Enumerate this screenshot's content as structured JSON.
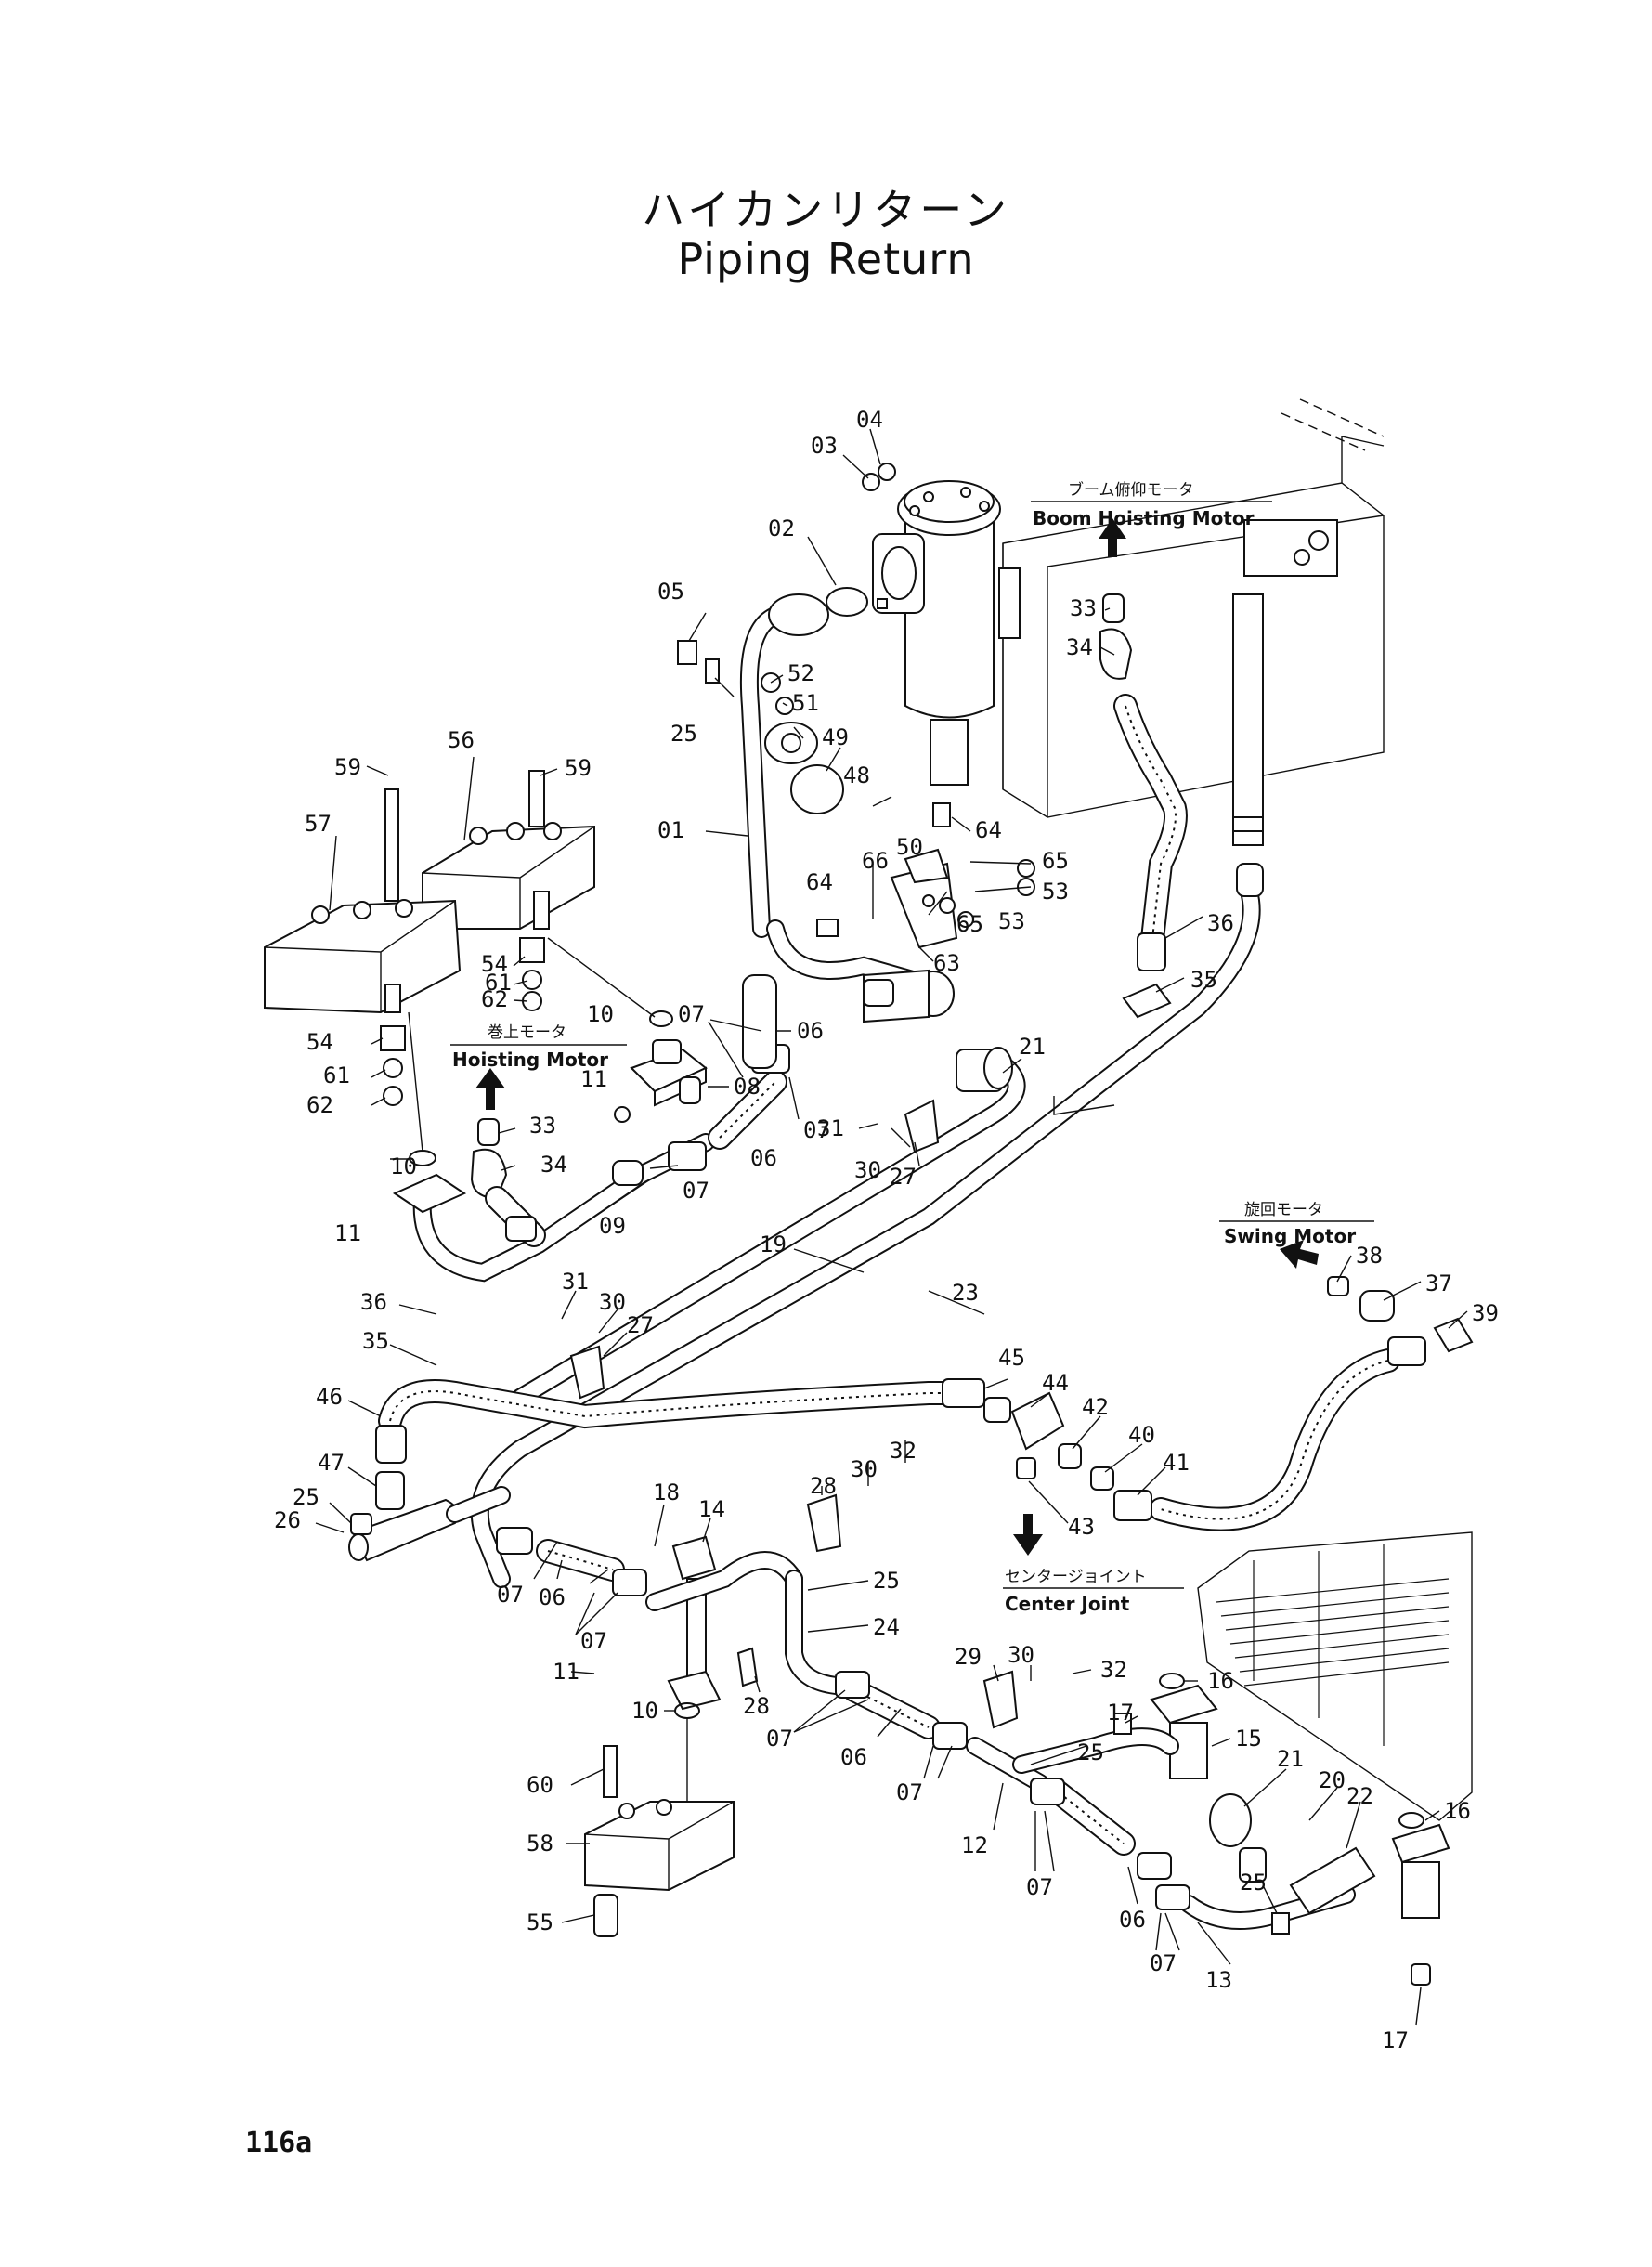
{
  "title": {
    "ja": "ハイカンリターン",
    "en": "Piping Return"
  },
  "page_number": "116a",
  "destinations": {
    "boom_hoisting": {
      "ja": "ブーム俯仰モータ",
      "en": "Boom Hoisting Motor"
    },
    "hoisting": {
      "ja": "巻上モータ",
      "en": "Hoisting Motor"
    },
    "swing": {
      "ja": "旋回モータ",
      "en": "Swing Motor"
    },
    "center_joint": {
      "ja": "センタージョイント",
      "en": "Center Joint"
    }
  },
  "part_numbers": [
    "04",
    "03",
    "02",
    "05",
    "25",
    "52",
    "51",
    "49",
    "48",
    "50",
    "01",
    "64",
    "64",
    "65",
    "53",
    "66",
    "65",
    "53",
    "63",
    "59",
    "59",
    "56",
    "57",
    "54",
    "61",
    "62",
    "54",
    "61",
    "62",
    "10",
    "07",
    "06",
    "08",
    "07",
    "21",
    "11",
    "33",
    "34",
    "06",
    "31",
    "30",
    "27",
    "09",
    "07",
    "11",
    "10",
    "19",
    "23",
    "36",
    "31",
    "30",
    "27",
    "35",
    "46",
    "47",
    "25",
    "26",
    "45",
    "44",
    "42",
    "40",
    "41",
    "43",
    "32",
    "30",
    "28",
    "18",
    "14",
    "25",
    "24",
    "07",
    "06",
    "07",
    "11",
    "10",
    "28",
    "29",
    "30",
    "32",
    "16",
    "17",
    "15",
    "25",
    "07",
    "06",
    "07",
    "21",
    "20",
    "22",
    "16",
    "12",
    "07",
    "06",
    "25",
    "07",
    "13",
    "17",
    "60",
    "58",
    "55",
    "33",
    "34",
    "36",
    "35",
    "38",
    "37",
    "39"
  ]
}
